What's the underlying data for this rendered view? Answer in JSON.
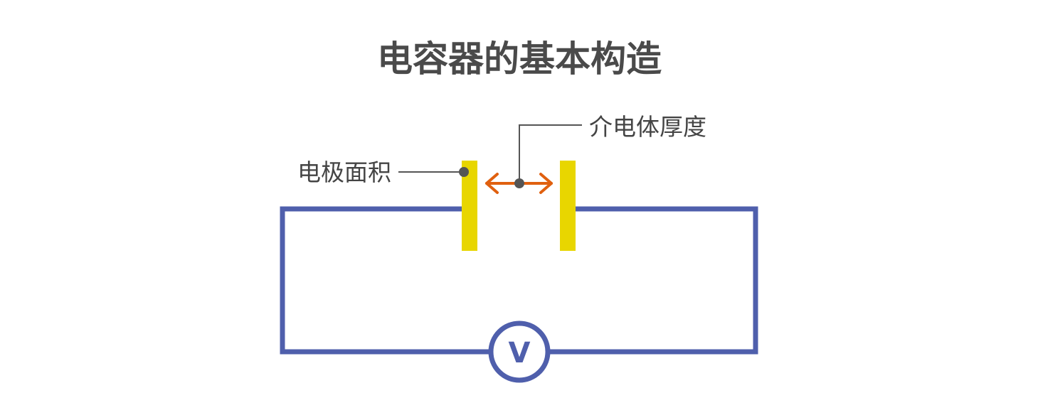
{
  "title": "电容器的基本构造",
  "labels": {
    "electrode_area": "电极面积",
    "dielectric_thickness": "介电体厚度"
  },
  "voltmeter": {
    "symbol": "V"
  },
  "colors": {
    "wire": "#4f5fac",
    "plate": "#e8d600",
    "arrow": "#e0600f",
    "leader": "#555555",
    "dot": "#555555",
    "title": "#4a4a4a",
    "text": "#444444"
  }
}
